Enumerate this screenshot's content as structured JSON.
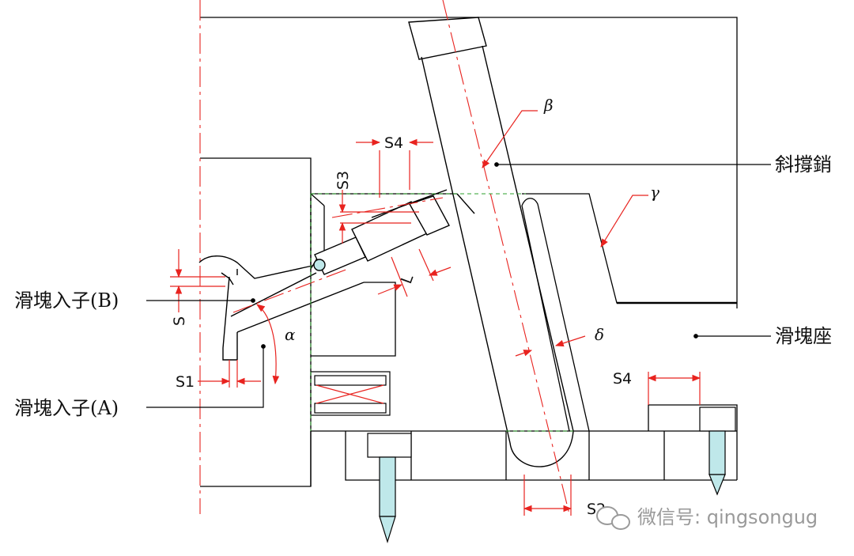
{
  "labels": {
    "angled_support_pin": "斜撐銷",
    "slider_seat": "滑塊座",
    "slider_insert_b": "滑塊入子(B)",
    "slider_insert_a": "滑塊入子(A)"
  },
  "dimensions": {
    "s4_top": "S4",
    "s3": "S3",
    "s": "S",
    "s1": "S1",
    "l": "L",
    "s4_right": "S4",
    "s2": "S2"
  },
  "angles": {
    "alpha": "α",
    "beta": "β",
    "gamma": "γ",
    "delta": "δ"
  },
  "watermark": {
    "text": "微信号: qingsongug",
    "icon": "wechat-icon"
  },
  "colors": {
    "outline": "#000000",
    "dimension": "#e8231f",
    "hidden": "#2ca02c",
    "bolt_fill": "#bfe8ea",
    "watermark": "#9a9a9a"
  }
}
